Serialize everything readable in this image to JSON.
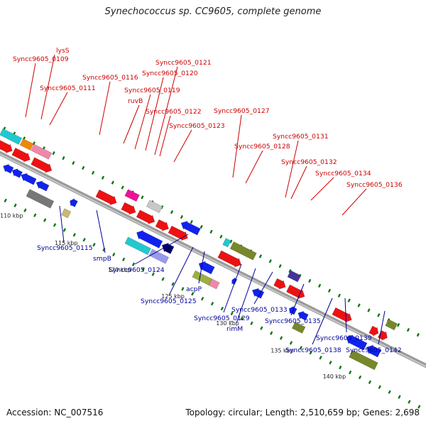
{
  "title": "Synechococcus sp. CC9605, complete genome",
  "footer": {
    "accession": "Accession: NC_007516",
    "summary": "Topology: circular; Length: 2,510,659 bp; Genes: 2,698"
  },
  "colors": {
    "forward_label": "#cc0000",
    "reverse_label": "#000099",
    "backbone": "#9a9a9a",
    "tick": "#117711"
  },
  "scale_labels": [
    "110 kbp",
    "115 kbp",
    "120 kbp",
    "125 kbp",
    "130 kbp",
    "135 kbp",
    "140 kbp"
  ],
  "forward_labels": [
    "lysS",
    "Syncc9605_0109",
    "Syncc9605_0111",
    "Syncc9605_0116",
    "ruvB",
    "Syncc9605_0119",
    "Syncc9605_0120",
    "Syncc9605_0121",
    "Syncc9605_0122",
    "Syncc9605_0123",
    "Syncc9605_0127",
    "Syncc9605_0128",
    "Syncc9605_0131",
    "Syncc9605_0132",
    "Syncc9605_0134",
    "Syncc9605_0136"
  ],
  "reverse_labels": [
    "Syncc9605_0115",
    "smpB",
    "Syncc9605_0124",
    "acpP",
    "Syncc9605_0125",
    "Syncc9605_0129",
    "rimM",
    "Syncc9605_0133",
    "Syncc9605_0135",
    "Syncc9605_0138",
    "Syncc9605_0139",
    "Syncc9605_0142"
  ]
}
